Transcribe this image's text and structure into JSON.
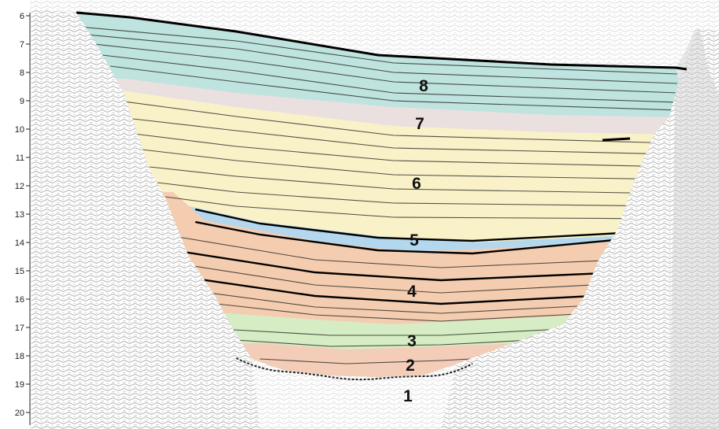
{
  "axis": {
    "ticks": [
      6,
      7,
      8,
      9,
      10,
      11,
      12,
      13,
      14,
      15,
      16,
      17,
      18,
      19,
      20
    ]
  },
  "units": [
    {
      "label": "8",
      "color": "#bfe3de"
    },
    {
      "label": "7",
      "color": "#eae0df"
    },
    {
      "label": "6",
      "color": "#f9f1c8"
    },
    {
      "label": "5",
      "color": "#b3d7ec"
    },
    {
      "label": "4",
      "color": "#f4cdb0"
    },
    {
      "label": "3",
      "color": "#d6ecc4"
    },
    {
      "label": "2",
      "color": "#f3cdb8"
    },
    {
      "label": "1",
      "color": ""
    }
  ]
}
